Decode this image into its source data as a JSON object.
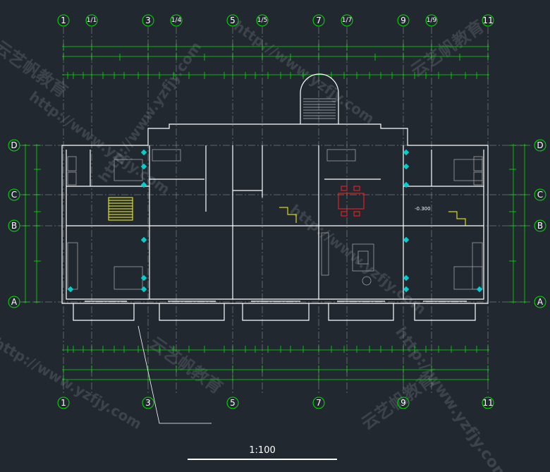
{
  "drawing": {
    "background_color": "#212830",
    "dimension_color": "#00e000",
    "wall_color": "#ffffff",
    "axis_circle_color": "#00e000",
    "stair_color": "#ffff00",
    "furniture_color": "#808080",
    "dining_table_color": "#ff2020",
    "equipment_color": "#00d0d0",
    "centerline_color": "#a0a0a0"
  },
  "axes": {
    "top": [
      "1",
      "1/1",
      "3",
      "1/4",
      "5",
      "1/5",
      "7",
      "1/7",
      "9",
      "1/9",
      "11"
    ],
    "bottom": [
      "1",
      "3",
      "5",
      "7",
      "9",
      "11"
    ],
    "left": [
      "D",
      "C",
      "B",
      "A"
    ],
    "right": [
      "D",
      "C",
      "B",
      "A"
    ]
  },
  "annotations": {
    "elevation_mark": "-0.300"
  },
  "scale": {
    "label": "1:100"
  },
  "watermarks": {
    "chinese": "云艺帆教育",
    "url": "http://www.yzfjy.com"
  }
}
